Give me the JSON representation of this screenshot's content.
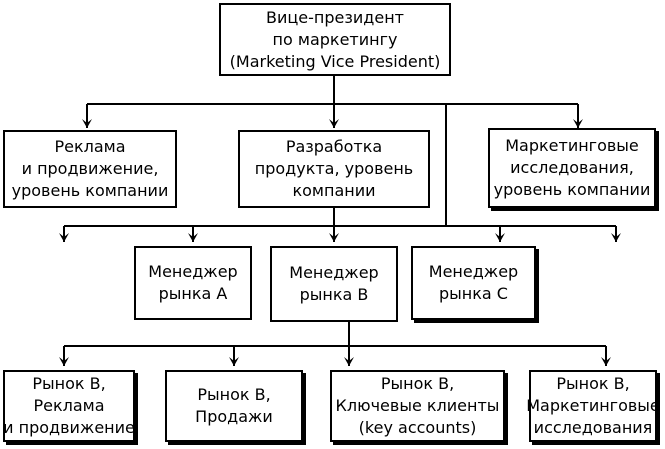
{
  "diagram": {
    "vp": [
      "Вице-президент",
      "по маркетингу",
      "(Marketing Vice President)"
    ],
    "level2": [
      [
        "Реклама",
        "и продвижение,",
        "уровень компании"
      ],
      [
        "Разработка",
        "продукта, уровень",
        "компании"
      ],
      [
        "Маркетинговые",
        "исследования,",
        "уровень компании"
      ]
    ],
    "managers": [
      [
        "Менеджер",
        "рынка А"
      ],
      [
        "Менеджер",
        "рынка В"
      ],
      [
        "Менеджер",
        "рынка С"
      ]
    ],
    "market_b": [
      [
        "Рынок В,",
        "Реклама",
        "и продвижение"
      ],
      [
        "Рынок В,",
        "Продажи"
      ],
      [
        "Рынок В,",
        "Ключевые клиенты",
        "(key accounts)"
      ],
      [
        "Рынок В,",
        "Маркетинговые",
        "исследования"
      ]
    ]
  }
}
